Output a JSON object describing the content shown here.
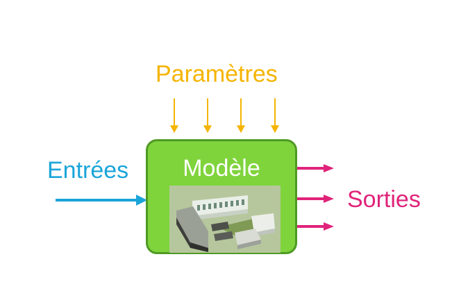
{
  "labels": {
    "parameters": "Paramètres",
    "model": "Modèle",
    "inputs": "Entrées",
    "outputs": "Sorties"
  },
  "colors": {
    "parameters": "#f5b400",
    "inputs": "#1aa5d9",
    "outputs": "#e0237a",
    "model_fill": "#7fd43c",
    "model_border": "#4f9a24",
    "model_text": "#ffffff"
  },
  "icons": {
    "model_image": "building-3d-render-icon"
  }
}
